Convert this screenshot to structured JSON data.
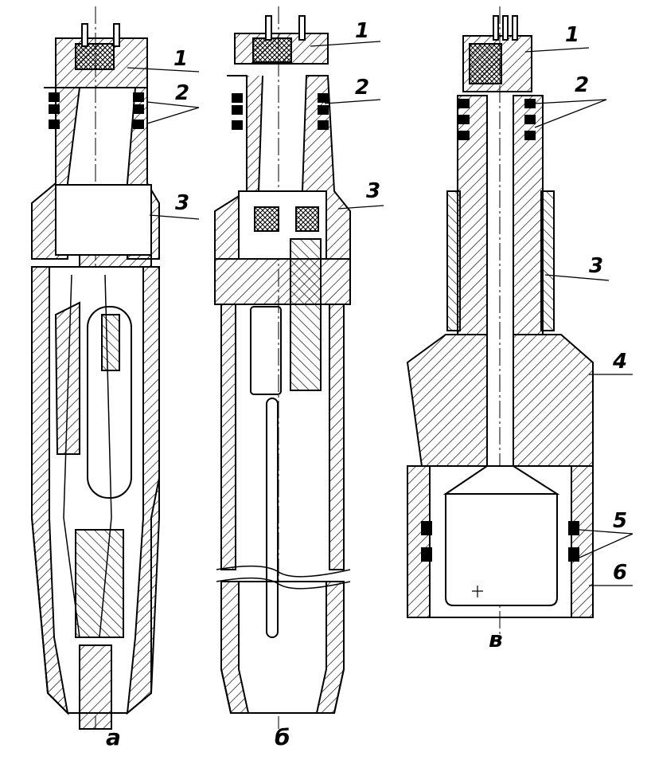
{
  "diagram": {
    "figures": [
      {
        "id": "a",
        "caption": "а",
        "callouts": [
          "1",
          "2",
          "3"
        ]
      },
      {
        "id": "b",
        "caption": "б",
        "callouts": [
          "1",
          "2",
          "3"
        ]
      },
      {
        "id": "v",
        "caption": "в",
        "callouts": [
          "1",
          "2",
          "3",
          "4",
          "5",
          "6"
        ]
      }
    ],
    "colors": {
      "ink": "#000000",
      "paper": "#ffffff"
    }
  }
}
